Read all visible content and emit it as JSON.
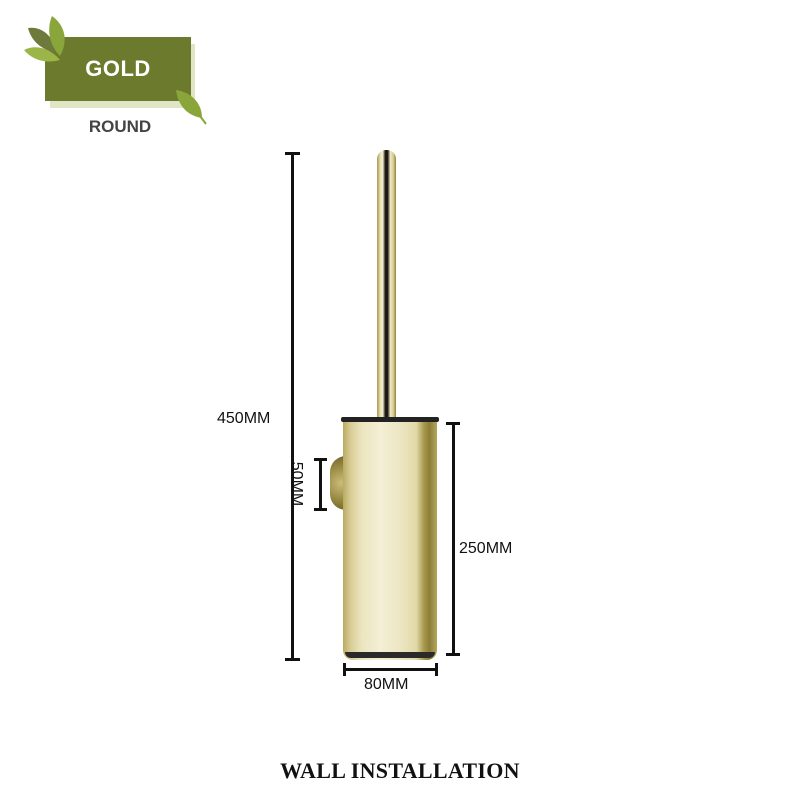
{
  "badge": {
    "title": "GOLD",
    "subtitle": "ROUND",
    "bg_color": "#6b7a2c",
    "shadow_color": "#dfe5c5",
    "leaf_colors": [
      "#8aa53a",
      "#6d7a3c",
      "#9cb548"
    ]
  },
  "dimensions": {
    "total_height": "450MM",
    "bracket_height": "50MM",
    "holder_height": "250MM",
    "holder_width": "80MM"
  },
  "product": {
    "name": "toilet brush holder",
    "finish_color": "#e6dcaa"
  },
  "caption": "WALL INSTALLATION"
}
